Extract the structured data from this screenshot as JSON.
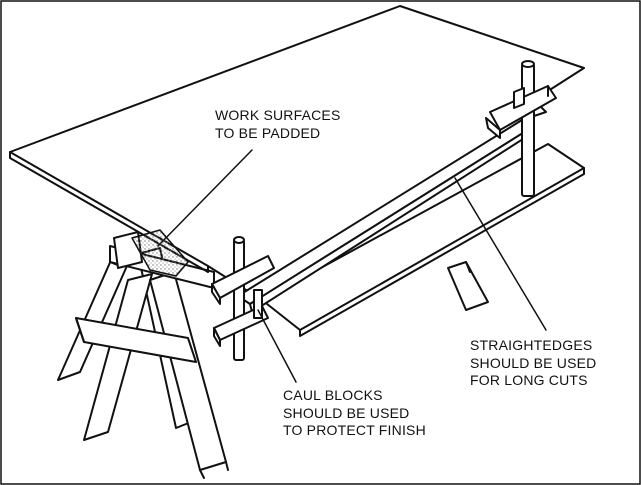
{
  "labels": {
    "work_surfaces": [
      "WORK SURFACES",
      "TO BE PADDED"
    ],
    "straightedges": [
      "STRAIGHTEDGES",
      "SHOULD BE USED",
      "FOR LONG CUTS"
    ],
    "caul_blocks": [
      "CAUL BLOCKS",
      "SHOULD BE USED",
      "TO PROTECT FINISH"
    ]
  },
  "colors": {
    "line": "#111111",
    "background": "#ffffff",
    "padding": "#bdbdbd"
  }
}
